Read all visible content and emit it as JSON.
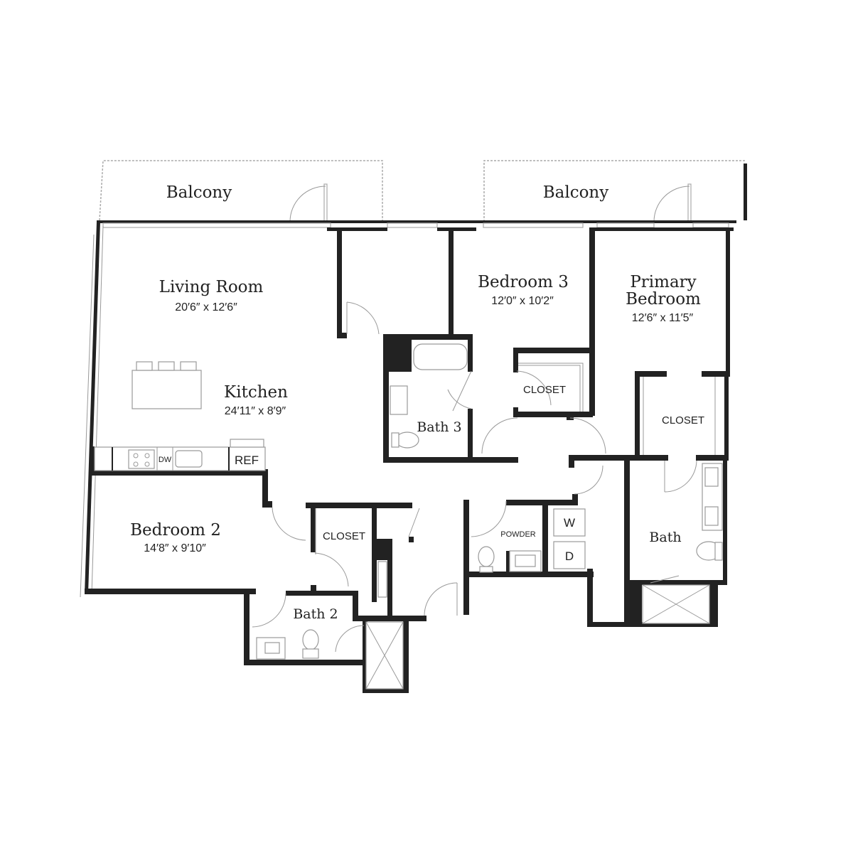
{
  "floorplan": {
    "balconies": [
      {
        "label": "Balcony"
      },
      {
        "label": "Balcony"
      }
    ],
    "rooms": {
      "living_room": {
        "label": "Living Room",
        "dims": "20′6″ x 12′6″"
      },
      "kitchen": {
        "label": "Kitchen",
        "dims": "24′11″ x 8′9″"
      },
      "bedroom_3": {
        "label": "Bedroom 3",
        "dims": "12′0″ x 10′2″"
      },
      "primary_bedroom": {
        "label_line1": "Primary",
        "label_line2": "Bedroom",
        "dims": "12′6″ x 11′5″"
      },
      "bedroom_2": {
        "label": "Bedroom 2",
        "dims": "14′8″ x 9′10″"
      },
      "bath_3": {
        "label": "Bath 3"
      },
      "bath_2": {
        "label": "Bath 2"
      },
      "bath_primary": {
        "label": "Bath"
      },
      "closet_bed3": {
        "label": "CLOSET"
      },
      "closet_primary": {
        "label": "CLOSET"
      },
      "closet_bed2": {
        "label": "CLOSET"
      },
      "powder": {
        "label": "POWDER"
      }
    },
    "appliances": {
      "dishwasher": "DW",
      "refrigerator": "REF",
      "washer": "W",
      "dryer": "D"
    },
    "colors": {
      "wall": "#222222",
      "fixture": "#9a9a9a",
      "background": "#ffffff"
    }
  }
}
